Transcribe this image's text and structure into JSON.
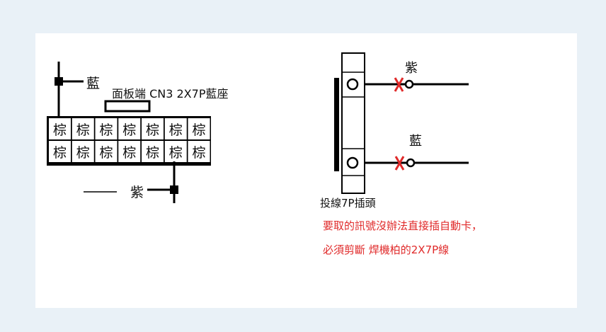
{
  "diagram": {
    "connector_title": "面板端 CN3 2X7P藍座",
    "pin_label": "棕",
    "wire_top_left": "藍",
    "wire_bottom_left": "紫",
    "plug_wire_top": "紫",
    "plug_wire_bottom": "藍",
    "plug_caption": "投線7P插頭",
    "note_line1": "要取的訊號沒辦法直接插自動卡，",
    "note_line2": "必須剪斷 焊機柏的2X7P線",
    "colors": {
      "text": "#111111",
      "note": "#e02a2a",
      "cut_mark": "#e02a2a",
      "page_bg": "#e9f1f7"
    }
  }
}
